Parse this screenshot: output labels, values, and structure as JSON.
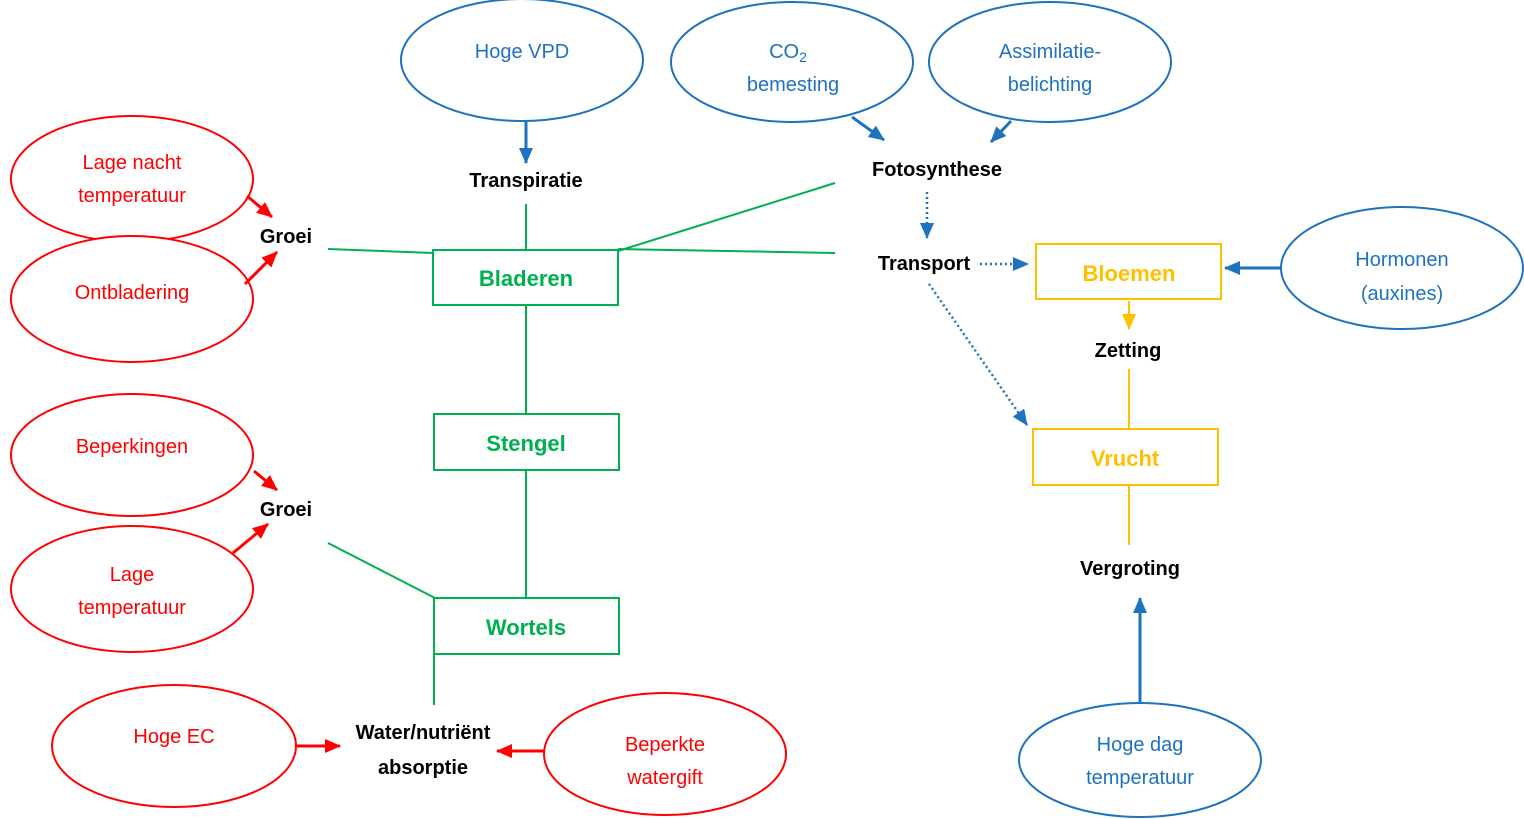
{
  "colors": {
    "red": "#ff0000",
    "blue": "#1f72c0",
    "green": "#00b050",
    "yellow": "#ffc000",
    "black": "#000000"
  },
  "red_factors": {
    "lage_nacht_line1": "Lage nacht",
    "lage_nacht_line2": "temperatuur",
    "ontbladering": "Ontbladering",
    "beperkingen": "Beperkingen",
    "lage_temp_line1": "Lage",
    "lage_temp_line2": "temperatuur",
    "hoge_ec": "Hoge EC",
    "beperkte_line1": "Beperkte",
    "beperkte_line2": "watergift"
  },
  "blue_factors": {
    "hoge_vpd": "Hoge VPD",
    "co2_base": "CO",
    "co2_sub": "2",
    "co2_line2": "bemesting",
    "assim_line1": "Assimilatie-",
    "assim_line2": "belichting",
    "hormonen_line1": "Hormonen",
    "hormonen_line2": "(auxines)",
    "hoge_dag_line1": "Hoge dag",
    "hoge_dag_line2": "temperatuur"
  },
  "processes": {
    "transpiratie": "Transpiratie",
    "fotosynthese": "Fotosynthese",
    "transport": "Transport",
    "groei_top": "Groei",
    "groei_bottom": "Groei",
    "water_line1": "Water/nutriënt",
    "water_line2": "absorptie",
    "zetting": "Zetting",
    "vergroting": "Vergroting"
  },
  "organs": {
    "bladeren": "Bladeren",
    "stengel": "Stengel",
    "wortels": "Wortels",
    "bloemen": "Bloemen",
    "vrucht": "Vrucht"
  }
}
